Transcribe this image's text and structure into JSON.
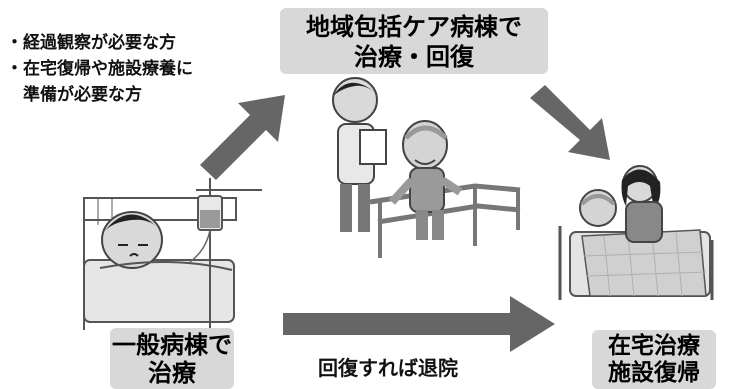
{
  "top_box": {
    "line1": "地域包括ケア病棟で",
    "line2": "治療・回復"
  },
  "notes": [
    "・経過観察が必要な方",
    "・在宅復帰や施設療養に",
    "　準備が必要な方"
  ],
  "left_box": {
    "line1": "一般病棟で",
    "line2": "治療"
  },
  "right_box": {
    "line1": "在宅治療",
    "line2": "施設復帰"
  },
  "bottom_arrow_label": "回復すれば退院"
}
